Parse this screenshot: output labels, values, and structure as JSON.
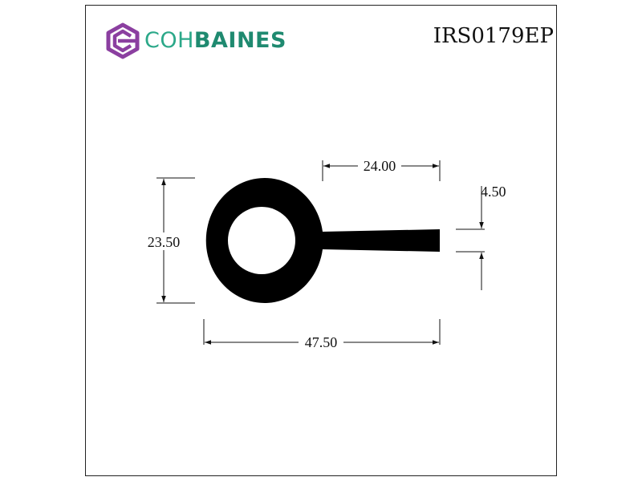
{
  "brand": {
    "name_light": "COH",
    "name_bold": "BAINES",
    "mark_icon": "cohbaines-logo-icon",
    "colors": {
      "mark": "#8b3fa0",
      "light": "#2ba889",
      "bold": "#1f8a70"
    }
  },
  "part_number": "IRS0179EP",
  "dimensions": {
    "height": "23.50",
    "overall_width": "47.50",
    "fin_length": "24.00",
    "fin_thickness": "4.50"
  }
}
